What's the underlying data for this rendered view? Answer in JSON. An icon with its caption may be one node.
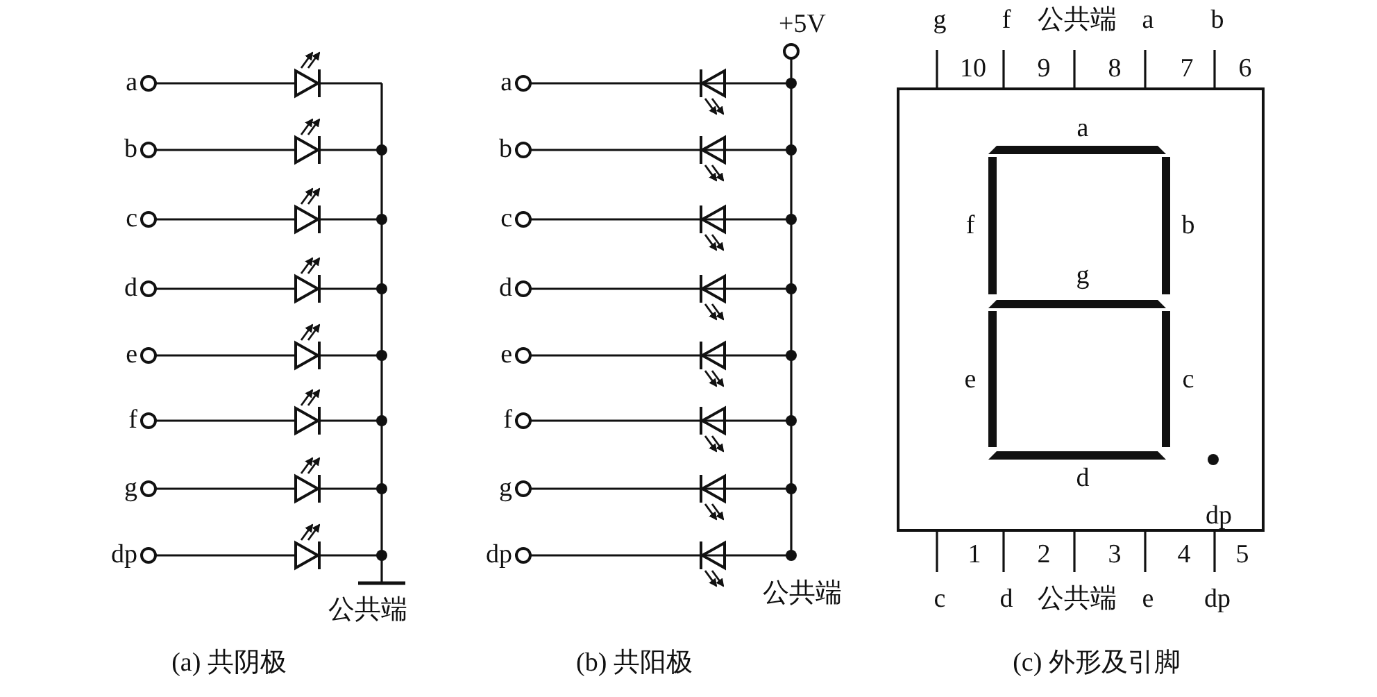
{
  "diagram": {
    "labels": [
      "a",
      "b",
      "c",
      "d",
      "e",
      "f",
      "g",
      "dp",
      "公共端",
      "+5V",
      "a",
      "b",
      "c",
      "d",
      "e",
      "f",
      "g",
      "dp",
      "公共端",
      "g",
      "f",
      "公共端",
      "a",
      "b",
      "10",
      "9",
      "8",
      "7",
      "6",
      "a",
      "f",
      "b",
      "g",
      "e",
      "c",
      "d",
      "dp",
      "1",
      "2",
      "3",
      "4",
      "5",
      "c",
      "d",
      "公共端",
      "e",
      "dp",
      "(a) 共阴极",
      "(b) 共阳极",
      "(c) 外形及引脚"
    ]
  }
}
